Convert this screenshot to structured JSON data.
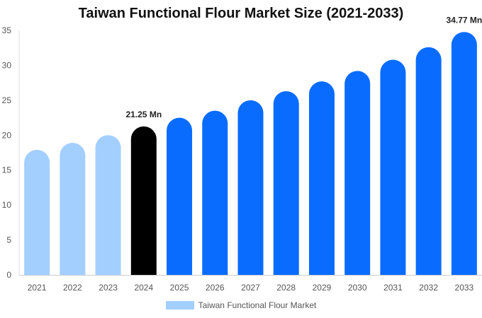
{
  "chart_data": {
    "type": "bar",
    "title": "Taiwan Functional Flour Market Size (2021-2033)",
    "xlabel": "",
    "ylabel": "",
    "categories": [
      "2021",
      "2022",
      "2023",
      "2024",
      "2025",
      "2026",
      "2027",
      "2028",
      "2029",
      "2030",
      "2031",
      "2032",
      "2033"
    ],
    "series": [
      {
        "name": "Taiwan Functional Flour Market",
        "values": [
          17.9,
          18.9,
          20.0,
          21.25,
          22.5,
          23.5,
          25.0,
          26.3,
          27.7,
          29.2,
          30.8,
          32.6,
          34.77
        ]
      }
    ],
    "data_labels": [
      {
        "index": 3,
        "text": "21.25 Mn"
      },
      {
        "index": 12,
        "text": "34.77 Mn"
      }
    ],
    "ylim": [
      0,
      35
    ],
    "yticks": [
      0,
      5,
      10,
      15,
      20,
      25,
      30,
      35
    ],
    "grid": false,
    "legend_position": "bottom",
    "colors": {
      "historic": "#a3cfff",
      "current": "#000000",
      "forecast": "#0a6cff",
      "legend": "#a3cfff"
    },
    "color_groups": [
      "historic",
      "historic",
      "historic",
      "current",
      "forecast",
      "forecast",
      "forecast",
      "forecast",
      "forecast",
      "forecast",
      "forecast",
      "forecast",
      "forecast"
    ]
  }
}
